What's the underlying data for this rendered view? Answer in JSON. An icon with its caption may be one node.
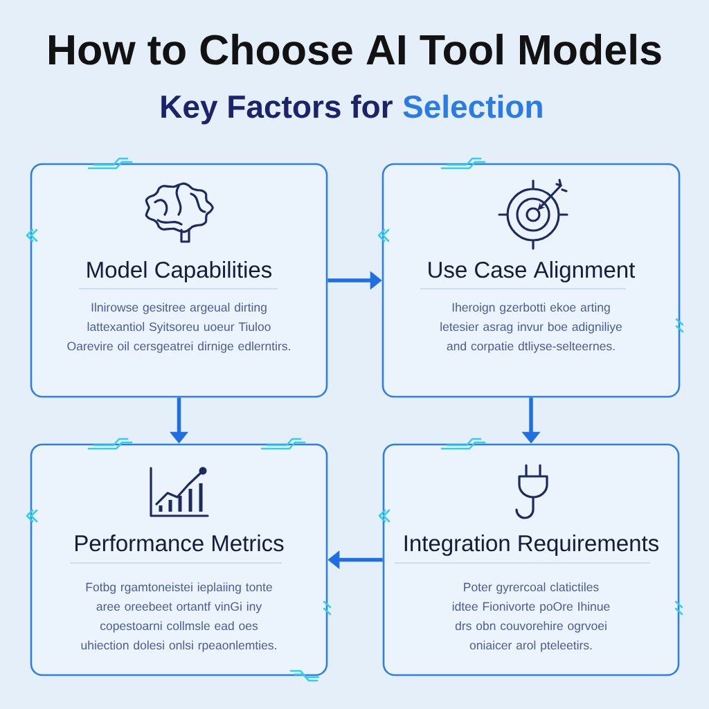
{
  "diagram": {
    "title": "How to Choose AI Tool Models",
    "nodes": [
      {
        "text": [
          "Model Capabilities",
          "Ilnirowse gesitree argeual dirting lattexantiol Syitsoreu uoeur Tiuloo Oarevire oil cersgeatrei dirnige edlerntirs."
        ]
      },
      {
        "text": [
          "Use Case Alignment",
          "Iheroign gzerbotti ekoe arting letesier asrag invur boe adigniliye and corpatie dtliyse-selteernes."
        ]
      },
      {
        "text": [
          "Performance Metrics",
          "Fotbg rgamtoneistei ieplaiing tonte aree oreebeet ortantf vinGi iny copestoarni collmsle ead oes uhiection dolesi onlsi rpeaonlemties."
        ]
      },
      {
        "text": [
          "Integration Requirements",
          "Poter gyrercoal clatictiles idtee Fionivorte poOre Ihinue drs obn couvorehire ogrvoei oniaicer arol pteleetirs."
        ]
      }
    ],
    "edges": [
      {
        "from": 0,
        "to": 1,
        "arrow": "to"
      },
      {
        "from": 0,
        "to": 2,
        "arrow": "to"
      },
      {
        "from": 1,
        "to": 3,
        "arrow": "to"
      },
      {
        "from": 3,
        "to": 2,
        "arrow": "to"
      }
    ],
    "labels": [
      "Key Factors for",
      "Selection"
    ]
  }
}
